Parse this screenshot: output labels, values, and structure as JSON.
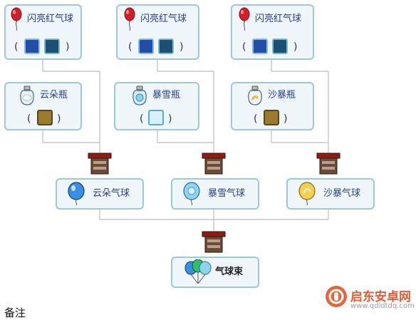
{
  "diagram": {
    "paren_open": "(",
    "paren_close": ")",
    "top_items": [
      {
        "label": "闪亮红气球",
        "icon": "red-balloon-icon"
      },
      {
        "label": "闪亮红气球",
        "icon": "red-balloon-icon"
      },
      {
        "label": "闪亮红气球",
        "icon": "red-balloon-icon"
      }
    ],
    "bottles": [
      {
        "label": "云朵瓶",
        "icon": "cloud-bottle-icon",
        "source": "wooden-crate-icon"
      },
      {
        "label": "暴雪瓶",
        "icon": "blizzard-bottle-icon",
        "source": "frozen-crate-icon"
      },
      {
        "label": "沙暴瓶",
        "icon": "sandstorm-bottle-icon",
        "source": "wooden-crate-icon"
      }
    ],
    "balloons": [
      {
        "label": "云朵气球",
        "icon": "cloud-balloon-icon"
      },
      {
        "label": "暴雪气球",
        "icon": "blizzard-balloon-icon"
      },
      {
        "label": "沙暴气球",
        "icon": "sandstorm-balloon-icon"
      }
    ],
    "final": {
      "label": "气球束",
      "icon": "balloon-bundle-icon"
    },
    "station_icon": "tinkerers-workshop-icon"
  },
  "bottom_text": "备注",
  "watermark": {
    "name": "启东安卓网",
    "url": "www.qdldtdq.com"
  },
  "colors": {
    "border": "#9ec7d8",
    "box_bg": "#eef6f9",
    "label": "#2a3f8f",
    "line": "#bdbdbd"
  }
}
